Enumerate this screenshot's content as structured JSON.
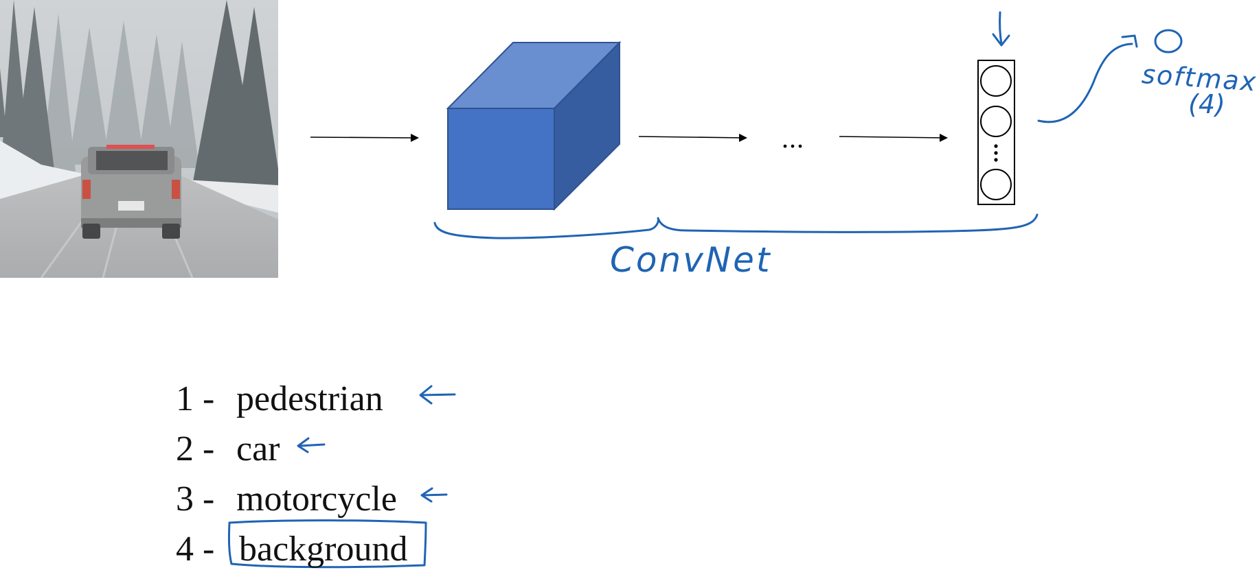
{
  "diagram": {
    "ellipsis": "...",
    "annotation_network": "ConvNet",
    "annotation_softmax": "softmax",
    "annotation_softmax_count": "(4)"
  },
  "classes": [
    {
      "number": "1 -",
      "label": "pedestrian"
    },
    {
      "number": "2 -",
      "label": "car"
    },
    {
      "number": "3 -",
      "label": "motorcycle"
    },
    {
      "number": "4 -",
      "label": "background"
    }
  ],
  "colors": {
    "cube_front": "#4472c4",
    "cube_top": "#6a8fd0",
    "cube_side": "#365d9f",
    "ink": "#1f64b4"
  }
}
